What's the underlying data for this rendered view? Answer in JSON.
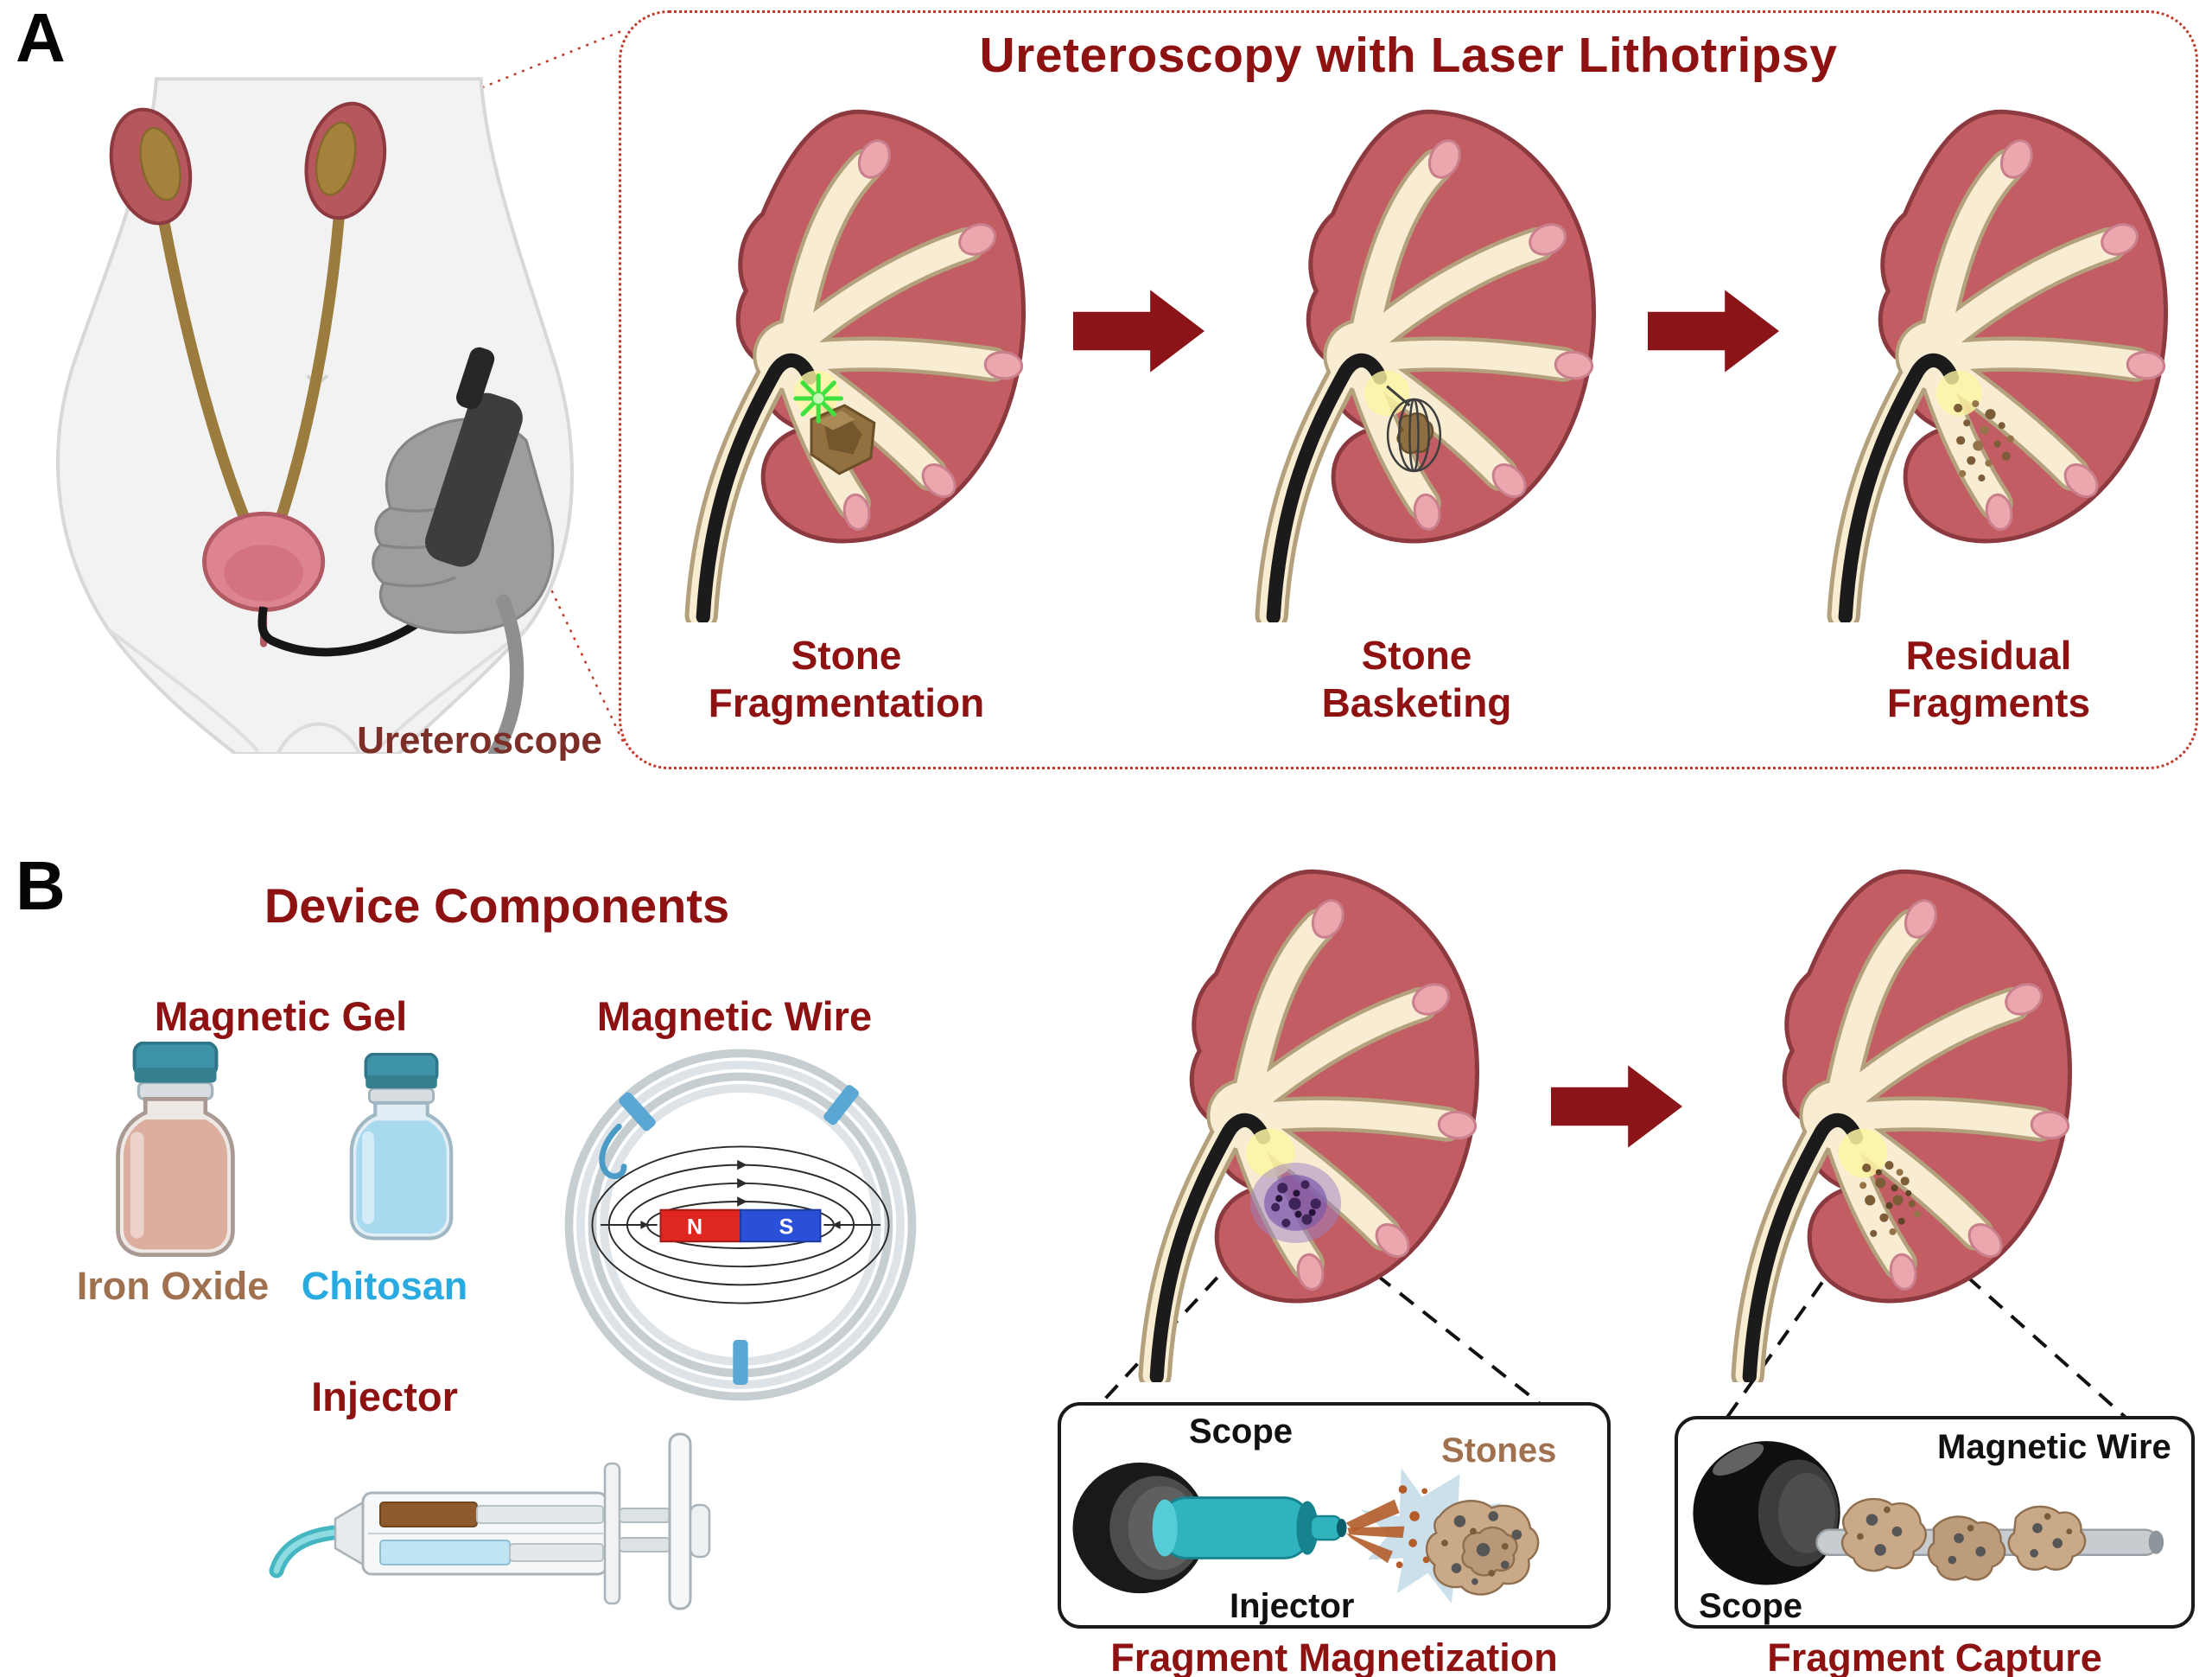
{
  "colors": {
    "dark_red_text": "#8E1212",
    "arrow_maroon": "#8B1418",
    "stone_brown_text": "#A06A42",
    "chitosan_blue_text": "#29ABE2",
    "kidney_fill": "#C25E63",
    "collecting_system_cream": "#F8ECD2",
    "cap_teal": "#3E93A6",
    "laser_green": "#3FE13F"
  },
  "panelA": {
    "label": "A",
    "ureteroscope_caption": "Ureteroscope",
    "box_title": "Ureteroscopy with Laser Lithotripsy",
    "steps": [
      {
        "line1": "Stone",
        "line2": "Fragmentation"
      },
      {
        "line1": "Stone",
        "line2": "Basketing"
      },
      {
        "line1": "Residual",
        "line2": "Fragments"
      }
    ]
  },
  "panelB": {
    "label": "B",
    "title": "Device Components",
    "magnetic_gel": {
      "heading": "Magnetic Gel",
      "vial1_caption": "Iron Oxide",
      "vial2_caption": "Chitosan"
    },
    "magnetic_wire": {
      "heading": "Magnetic Wire",
      "magnet_north": "N",
      "magnet_south": "S"
    },
    "injector_heading": "Injector",
    "inset_magnetization": {
      "scope_label": "Scope",
      "stones_label": "Stones",
      "injector_label": "Injector",
      "caption": "Fragment Magnetization"
    },
    "inset_capture": {
      "wire_label": "Magnetic Wire",
      "scope_label": "Scope",
      "caption": "Fragment Capture"
    }
  }
}
